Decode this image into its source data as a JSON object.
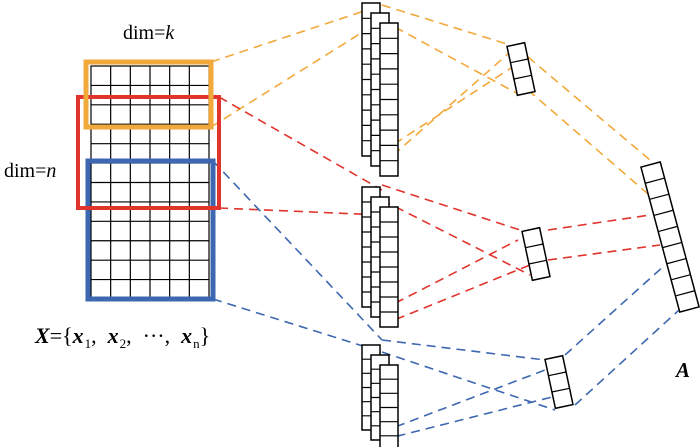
{
  "labels": {
    "dim_k_prefix": "dim=",
    "dim_k_var": "k",
    "dim_n_prefix": "dim=",
    "dim_n_var": "n",
    "set_var": "X",
    "set_open": "={",
    "x1": "x",
    "x1_sub": "1",
    "x2": "x",
    "x2_sub": "2",
    "dots": "···",
    "xn": "x",
    "xn_sub": "n",
    "set_close": "}",
    "sep": ",",
    "output": "A"
  },
  "colors": {
    "orange": "#f2a93b",
    "red": "#e0342c",
    "blue": "#3d67b0",
    "grid": "#000000"
  }
}
